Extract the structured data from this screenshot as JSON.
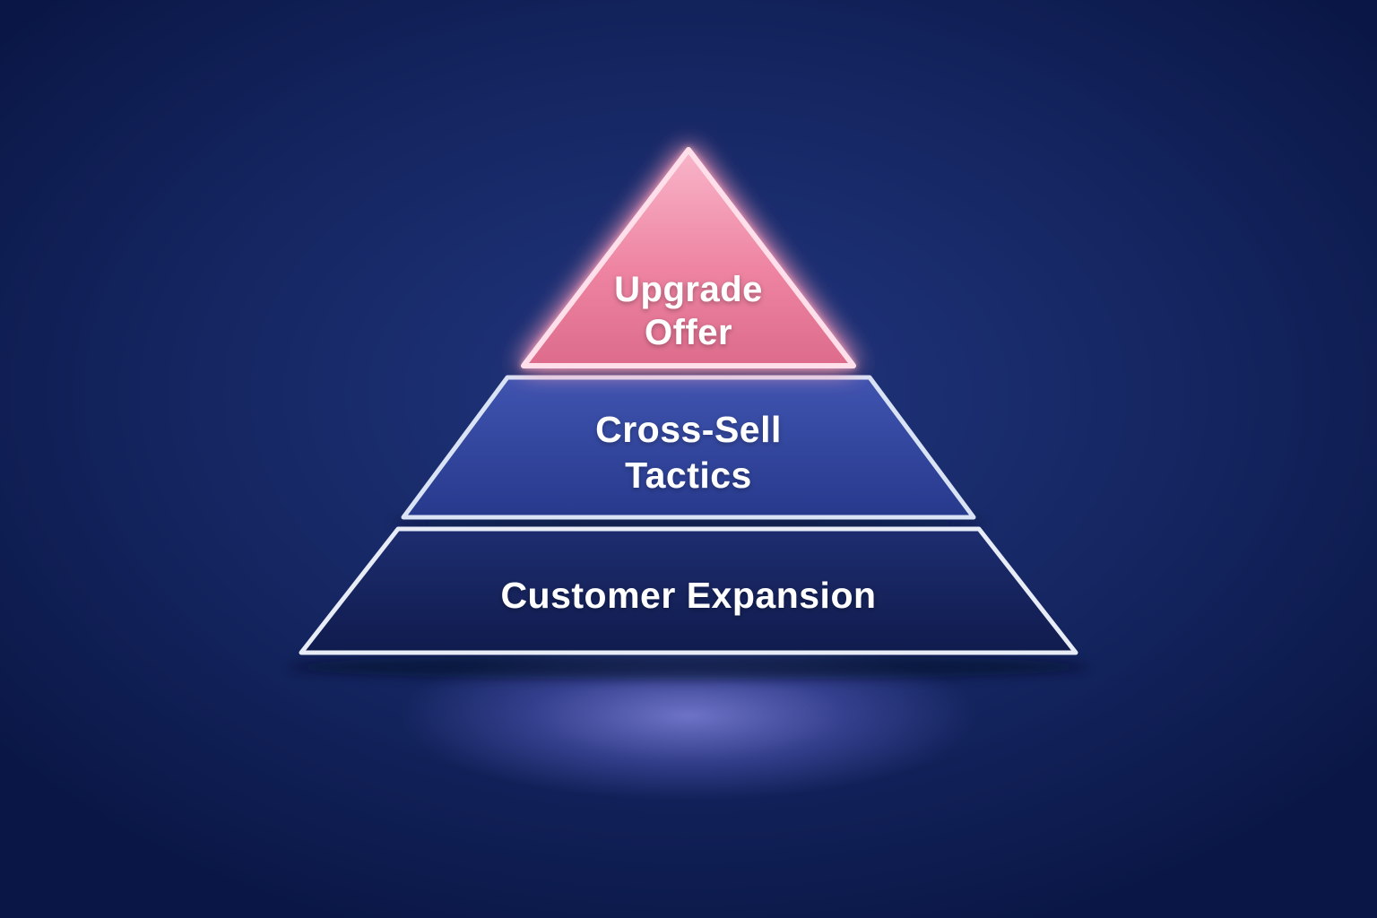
{
  "diagram": {
    "type": "pyramid",
    "orientation": "top-to-bottom",
    "tiers": [
      {
        "id": "tier-top",
        "level": 1,
        "lines": [
          "Upgrade",
          "Offer"
        ]
      },
      {
        "id": "tier-middle",
        "level": 2,
        "lines": [
          "Cross-Sell",
          "Tactics"
        ]
      },
      {
        "id": "tier-bottom",
        "level": 3,
        "lines": [
          "Customer Expansion"
        ]
      }
    ]
  },
  "colors": {
    "bg_center": "#21367e",
    "bg_edge": "#0a1746",
    "glow_violet": "#6d73c8",
    "tier1_top": "#f8b5c9",
    "tier1_mid": "#ee84a2",
    "tier1_bottom": "#dd6b8c",
    "tier1_stroke": "#ffdfe9",
    "glow_outer": "#ff6f9e",
    "glow_inner": "#ffc2d4",
    "tier2_top": "#3f54b0",
    "tier2_bottom": "#27398c",
    "tier2_stroke": "#d9e3f5",
    "tier3_top": "#1d2d70",
    "tier3_bottom": "#101b4d",
    "tier3_stroke": "#e7ecf6",
    "label_text": "#ffffff"
  }
}
